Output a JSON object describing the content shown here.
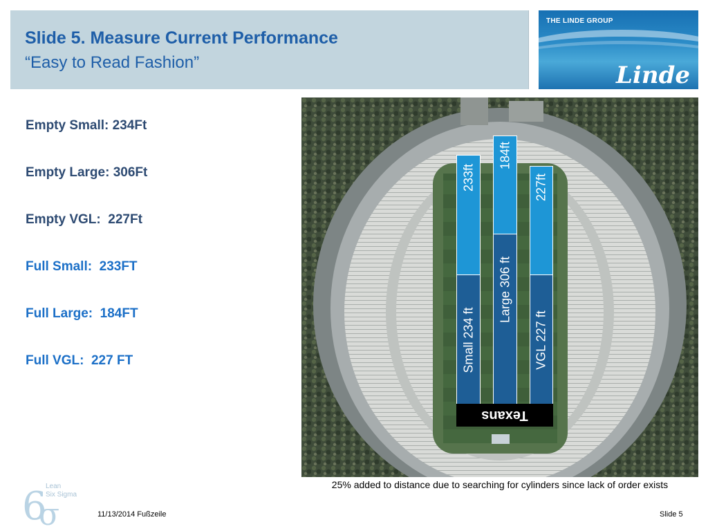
{
  "header": {
    "title": "Slide 5. Measure Current Performance",
    "subtitle": "“Easy to Read Fashion”"
  },
  "logo": {
    "group_text": "THE LINDE GROUP",
    "brand_text": "Linde"
  },
  "stats": [
    {
      "text": "Empty Small: 234Ft",
      "kind": "empty"
    },
    {
      "text": "Empty Large: 306Ft",
      "kind": "empty"
    },
    {
      "text": "Empty VGL:  227Ft",
      "kind": "empty"
    },
    {
      "text": "Full Small:  233FT",
      "kind": "full"
    },
    {
      "text": "Full Large:  184FT",
      "kind": "full"
    },
    {
      "text": "Full VGL:  227 FT",
      "kind": "full"
    }
  ],
  "diagram": {
    "bars": [
      {
        "upper_label": "233ft",
        "lower_label": "Small 234 ft"
      },
      {
        "upper_label": "184ft",
        "lower_label": "Large 306 ft"
      },
      {
        "upper_label": "227ft",
        "lower_label": "VGL 227 ft"
      }
    ],
    "endzone_text": "Texans"
  },
  "note": "25% added to distance due to searching for cylinders since lack of order exists",
  "footer": {
    "date_text": "11/13/2014 Fußzeile",
    "slide_text": "Slide 5",
    "lss_line1": "Lean",
    "lss_line2": "Six Sigma"
  },
  "colors": {
    "title": "#1e5ea8",
    "empty_text": "#2d4a72",
    "full_text": "#1b6fc7",
    "bar_light": "#1e96d6",
    "bar_dark": "#1e5e96"
  }
}
